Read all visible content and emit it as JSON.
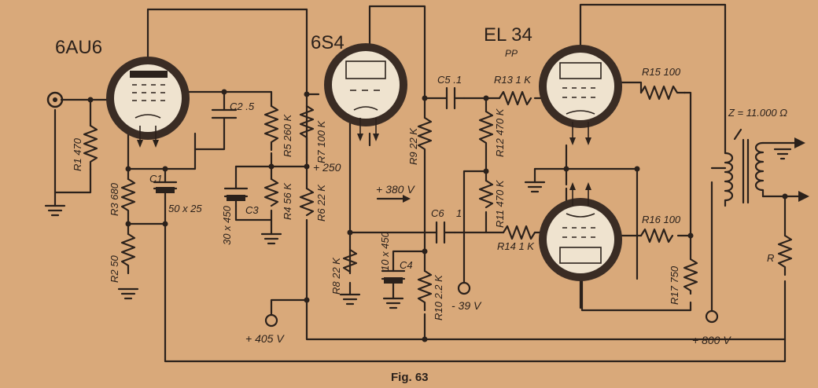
{
  "figure": {
    "caption": "Fig. 63"
  },
  "tubes": {
    "v1": "6AU6",
    "v2": "6S4",
    "v3": "EL 34",
    "v3_note": "PP"
  },
  "resistors": {
    "r1": "R1 470",
    "r2": "R2 50",
    "r3": "R3 680",
    "r4": "R4 56 K",
    "r5": "R5 260 K",
    "r6": "R6 22 K",
    "r7": "R7 100 K",
    "r8": "R8 22 K",
    "r9": "R9 22 K",
    "r10": "R10 2.2 K",
    "r11": "R11 470 K",
    "r12": "R12 470 K",
    "r13": "R13 1 K",
    "r14": "R14 1 K",
    "r15": "R15 100",
    "r16": "R16 100",
    "r17": "R17 750",
    "r_load": "R"
  },
  "capacitors": {
    "c1": "C1",
    "c1_value": "50 x 25",
    "c2": "C2 .5",
    "c3": "C3",
    "c3_value": "30 x 450",
    "c4": "C4",
    "c4_value": "10 x 450",
    "c5": "C5 .1",
    "c6": "C6",
    "c6_value": "1"
  },
  "voltages": {
    "v250": "+ 250",
    "v380": "+ 380 V",
    "v405": "+ 405 V",
    "v800": "+ 800 V",
    "vneg39": "- 39 V"
  },
  "transformer": {
    "label": "Z = 11.000 Ω"
  },
  "colors": {
    "paper": "#d9a97a",
    "ink": "#2b211b",
    "tube_ring": "#3a2c24"
  }
}
